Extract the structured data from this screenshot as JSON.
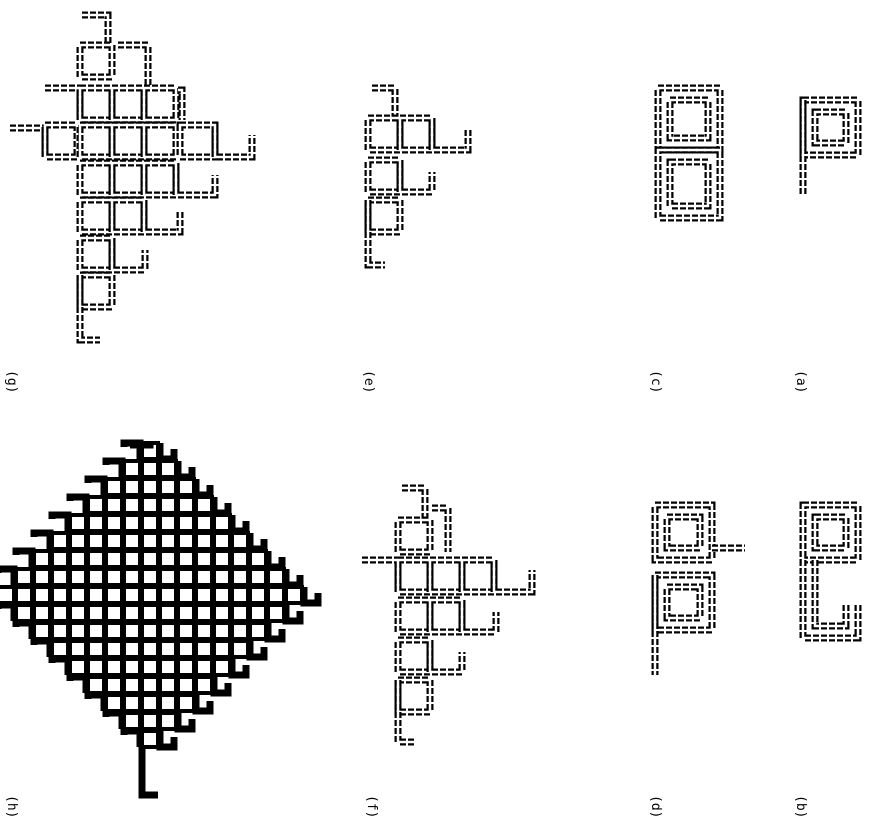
{
  "figure": {
    "panels": [
      {
        "id": "a",
        "label": "(a)"
      },
      {
        "id": "b",
        "label": "(b)"
      },
      {
        "id": "c",
        "label": "(c)"
      },
      {
        "id": "d",
        "label": "(d)"
      },
      {
        "id": "e",
        "label": "(e)"
      },
      {
        "id": "f",
        "label": "(f)"
      },
      {
        "id": "g",
        "label": "(g)"
      },
      {
        "id": "h",
        "label": "(h)"
      }
    ]
  },
  "colors": {
    "ink": "#000000",
    "paper": "#ffffff"
  }
}
